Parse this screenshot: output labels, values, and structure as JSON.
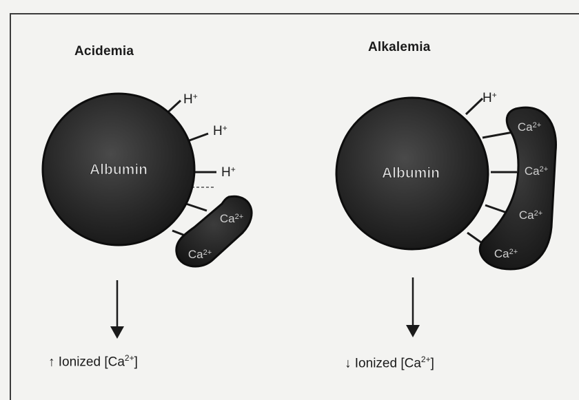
{
  "acidemia": {
    "title": "Acidemia",
    "protein_label": "Albumin",
    "proton": "H",
    "charge": "+",
    "calcium_label": "Ca",
    "calcium_charge": "2+",
    "ionized_up_arrow": "↑",
    "ionized_label": "Ionized [Ca",
    "ionized_charge": "2+",
    "ionized_close": "]"
  },
  "alkalemia": {
    "title": "Alkalemia",
    "protein_label": "Albumin",
    "proton": "H",
    "charge": "+",
    "calcium_label": "Ca",
    "calcium_charge": "2+",
    "ionized_down_arrow": "↓",
    "ionized_label": "Ionized [Ca",
    "ionized_charge": "2+",
    "ionized_close": "]"
  }
}
